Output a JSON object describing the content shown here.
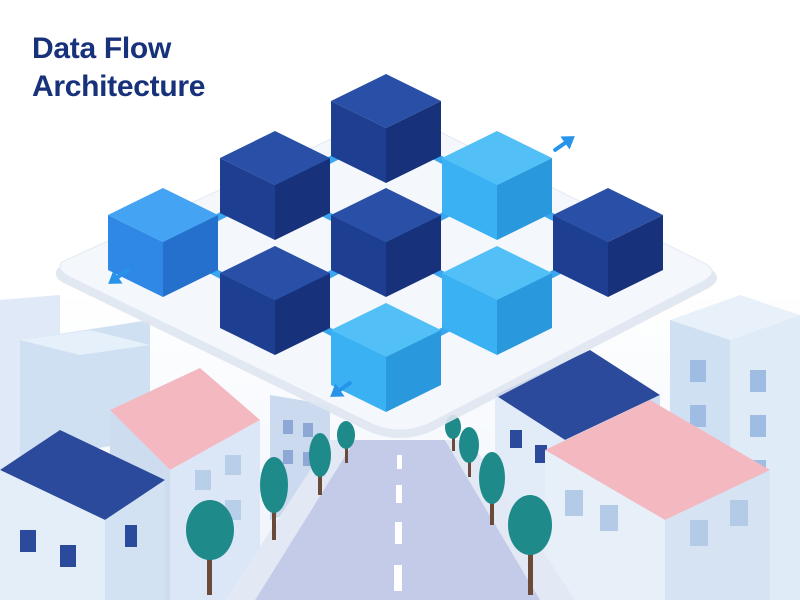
{
  "title": {
    "line1": "Data Flow",
    "line2": "Architecture"
  },
  "palette": {
    "title": "#17327a",
    "node_dark": "#1e3f91",
    "node_medium": "#2f87e6",
    "node_light": "#3ab1f3",
    "connector": "#3aa6ef",
    "arrow": "#2794ea",
    "platform": "#f4f7fc",
    "road": "#c3cbe8",
    "tree": "#1f8a8a",
    "roof_pink": "#f4b8c0",
    "roof_navy": "#2b4a9b"
  },
  "diagram": {
    "nodes": [
      {
        "id": "top",
        "tone": "dark"
      },
      {
        "id": "upper-left",
        "tone": "dark"
      },
      {
        "id": "upper-right",
        "tone": "light"
      },
      {
        "id": "left",
        "tone": "medium"
      },
      {
        "id": "center",
        "tone": "dark"
      },
      {
        "id": "right",
        "tone": "dark"
      },
      {
        "id": "lower-left",
        "tone": "dark"
      },
      {
        "id": "lower-right",
        "tone": "light"
      },
      {
        "id": "bottom",
        "tone": "light"
      }
    ],
    "connections": [
      [
        "top",
        "upper-left"
      ],
      [
        "top",
        "upper-right"
      ],
      [
        "upper-left",
        "left"
      ],
      [
        "upper-left",
        "center"
      ],
      [
        "upper-right",
        "center"
      ],
      [
        "upper-right",
        "right"
      ],
      [
        "left",
        "lower-left"
      ],
      [
        "center",
        "lower-left"
      ],
      [
        "center",
        "lower-right"
      ],
      [
        "right",
        "lower-right"
      ],
      [
        "lower-left",
        "bottom"
      ],
      [
        "lower-right",
        "bottom"
      ]
    ],
    "flow_arrows": [
      {
        "id": "outflow-north-east",
        "direction": "north-east"
      },
      {
        "id": "outflow-west",
        "direction": "south-west"
      },
      {
        "id": "outflow-south",
        "direction": "south-west"
      }
    ]
  },
  "scene": {
    "description_icons": [
      "platform",
      "road",
      "trees",
      "buildings"
    ]
  }
}
